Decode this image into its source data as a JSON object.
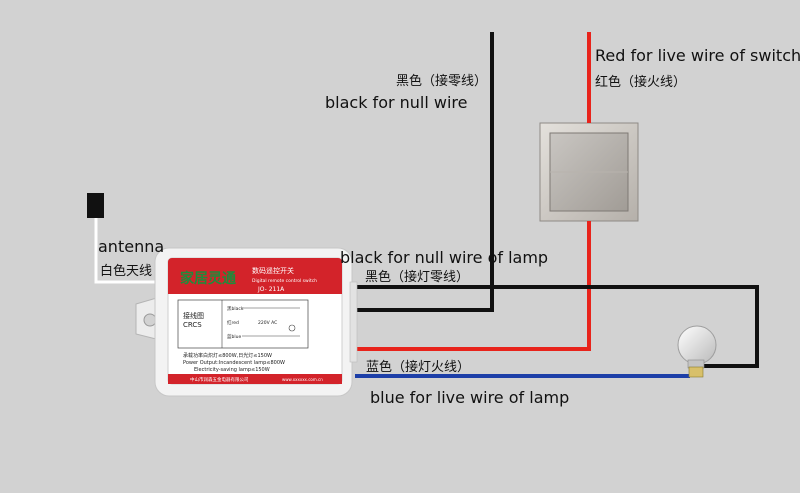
{
  "labels": {
    "red_switch_en": "Red for live wire of switch",
    "red_switch_zh": "红色（接火线）",
    "black_null_zh": "黑色（接零线）",
    "black_null_en": "black for null wire",
    "antenna_en": "antenna",
    "antenna_zh": "白色天线",
    "black_lamp_en": "black for null wire of lamp",
    "black_lamp_zh": "黑色（接灯零线）",
    "blue_lamp_zh": "蓝色（接灯火线）",
    "blue_lamp_en": "blue for live wire of lamp"
  },
  "device": {
    "brand": "家居灵通",
    "title_zh": "数码遥控开关",
    "title_en": "Digital remote control switch",
    "model": "JO- 211A",
    "diagram_zh": "接线图",
    "diagram_code": "CRCS",
    "spec_zh": "承载功率白炽灯≤800W,日光灯≤150W",
    "spec_line1": "Power Output:Incandescent lamp≤800W",
    "spec_line2": "Electricity-saving lamp≤150W",
    "manufacturer": "中山市润森五金电器有限公司",
    "website": "www.xxxxxx.com.cn",
    "terminal_black": "黑black",
    "terminal_red": "红red",
    "terminal_blue": "蓝blue",
    "voltage": "220V AC"
  },
  "colors": {
    "background": "#d2d2d2",
    "wire_black": "#111111",
    "wire_red": "#e8231b",
    "wire_blue": "#1d3fa8",
    "wire_white": "#ffffff",
    "device_accent": "#d3232a"
  }
}
